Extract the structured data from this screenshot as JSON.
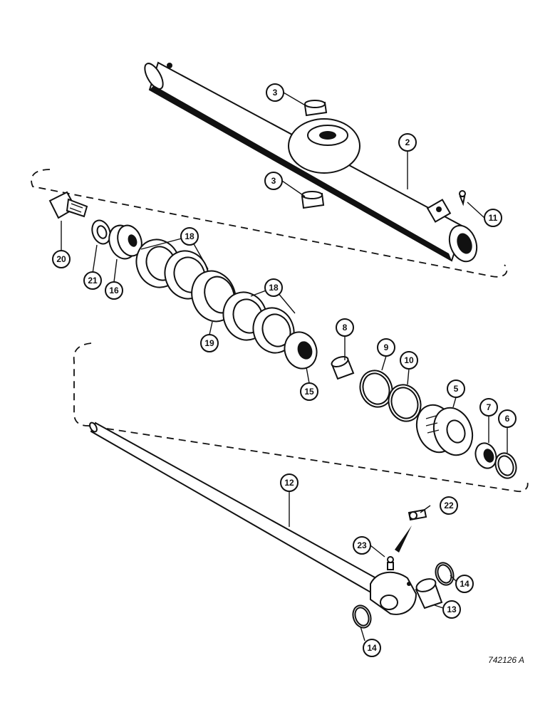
{
  "callouts": [
    {
      "id": "c2",
      "label": "2"
    },
    {
      "id": "c3a",
      "label": "3"
    },
    {
      "id": "c3b",
      "label": "3"
    },
    {
      "id": "c5",
      "label": "5"
    },
    {
      "id": "c6",
      "label": "6"
    },
    {
      "id": "c7",
      "label": "7"
    },
    {
      "id": "c8",
      "label": "8"
    },
    {
      "id": "c9",
      "label": "9"
    },
    {
      "id": "c10",
      "label": "10"
    },
    {
      "id": "c11",
      "label": "11"
    },
    {
      "id": "c12",
      "label": "12"
    },
    {
      "id": "c13",
      "label": "13"
    },
    {
      "id": "c14a",
      "label": "14"
    },
    {
      "id": "c14b",
      "label": "14"
    },
    {
      "id": "c15",
      "label": "15"
    },
    {
      "id": "c16",
      "label": "16"
    },
    {
      "id": "c18a",
      "label": "18"
    },
    {
      "id": "c18b",
      "label": "18"
    },
    {
      "id": "c19",
      "label": "19"
    },
    {
      "id": "c20",
      "label": "20"
    },
    {
      "id": "c21",
      "label": "21"
    },
    {
      "id": "c22",
      "label": "22"
    },
    {
      "id": "c23",
      "label": "23"
    }
  ],
  "drawing_number": "742126 A"
}
